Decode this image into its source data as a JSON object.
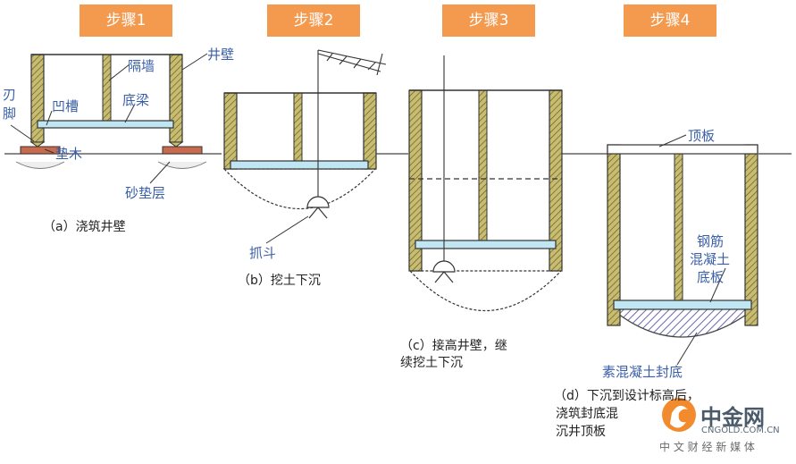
{
  "steps": [
    {
      "tab": "步骤1",
      "caption": "（a）浇筑井壁"
    },
    {
      "tab": "步骤2",
      "caption": "（b）挖土下沉"
    },
    {
      "tab": "步骤3",
      "caption_lines": [
        "（c）接高井壁，继",
        "续挖土下沉"
      ]
    },
    {
      "tab": "步骤4",
      "caption_lines": [
        "（d）下沉到设计标高后，",
        "浇筑封底混",
        "沉井顶板"
      ]
    }
  ],
  "labels": {
    "blade_foot_1": "刃",
    "blade_foot_2": "脚",
    "groove": "凹槽",
    "partition_wall": "隔墙",
    "shaft_wall": "井壁",
    "bottom_beam": "底梁",
    "wood_pad": "垫木",
    "sand_cushion": "砂垫层",
    "grab_bucket": "抓斗",
    "top_slab": "顶板",
    "rc_bottom_slab_1": "钢筋",
    "rc_bottom_slab_2": "混凝土",
    "rc_bottom_slab_3": "底板",
    "plain_concrete_seal": "素混凝土封底"
  },
  "watermark": {
    "brand": "中金网",
    "domain": "CNGOLD.COM.CN",
    "tagline": "中 文 财 经 新 媒 体"
  },
  "colors": {
    "tab_bg": "#f39a4e",
    "wall_fill": "#c8bc6e",
    "beam_fill": "#bfe6f2",
    "label_text": "#3a5fa8",
    "pad_fill": "#c96a4e",
    "seal_hatch": "#6a6ab0"
  }
}
